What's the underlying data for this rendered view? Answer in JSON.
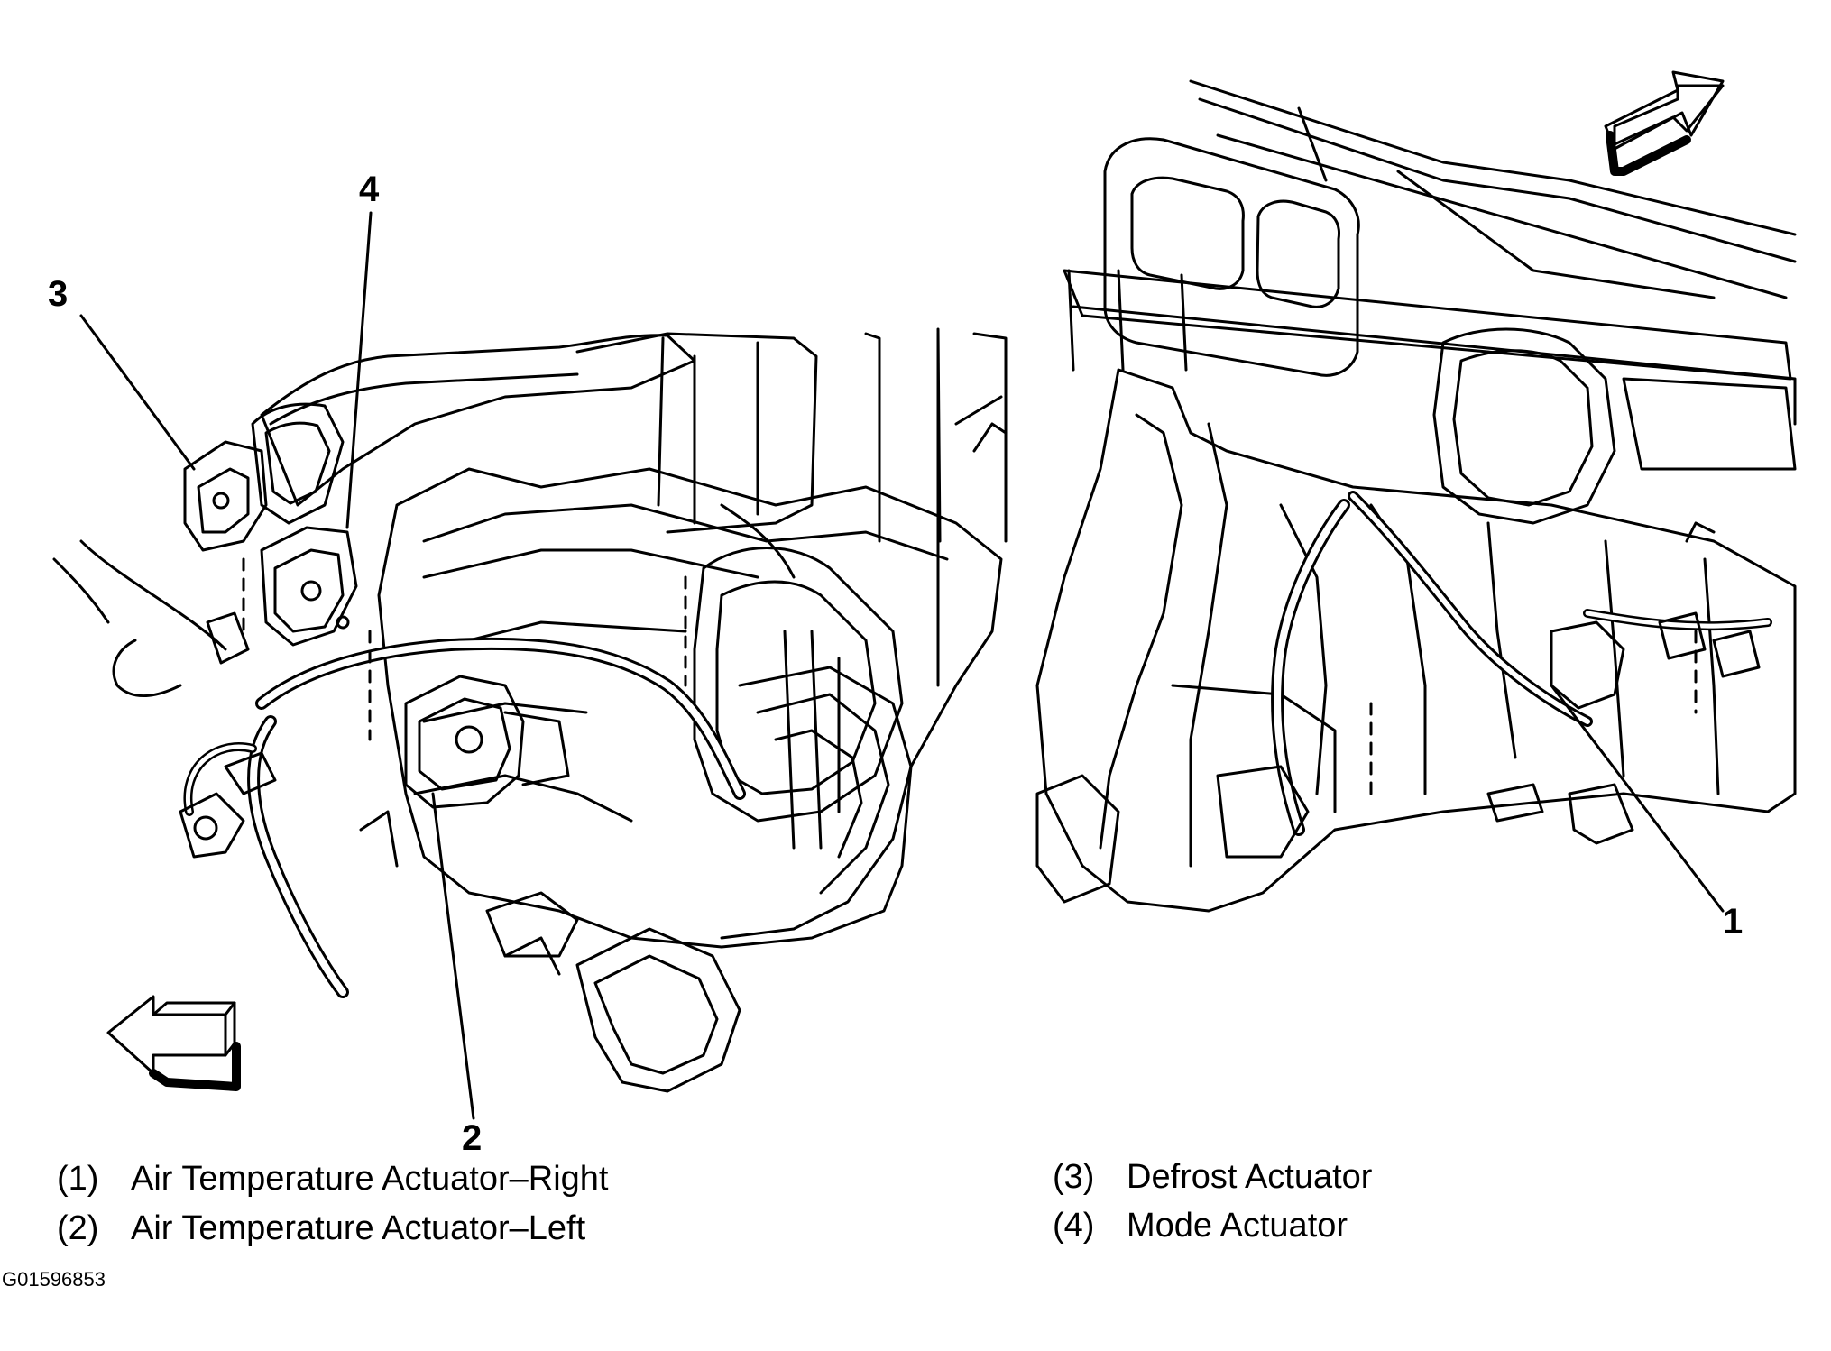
{
  "callouts": [
    {
      "number": "1"
    },
    {
      "number": "2"
    },
    {
      "number": "3"
    },
    {
      "number": "4"
    }
  ],
  "legend": [
    {
      "key": "(1)",
      "label": "Air Temperature Actuator–Right"
    },
    {
      "key": "(2)",
      "label": "Air Temperature Actuator–Left"
    },
    {
      "key": "(3)",
      "label": "Defrost Actuator"
    },
    {
      "key": "(4)",
      "label": "Mode Actuator"
    }
  ],
  "figure_id": "G01596853"
}
